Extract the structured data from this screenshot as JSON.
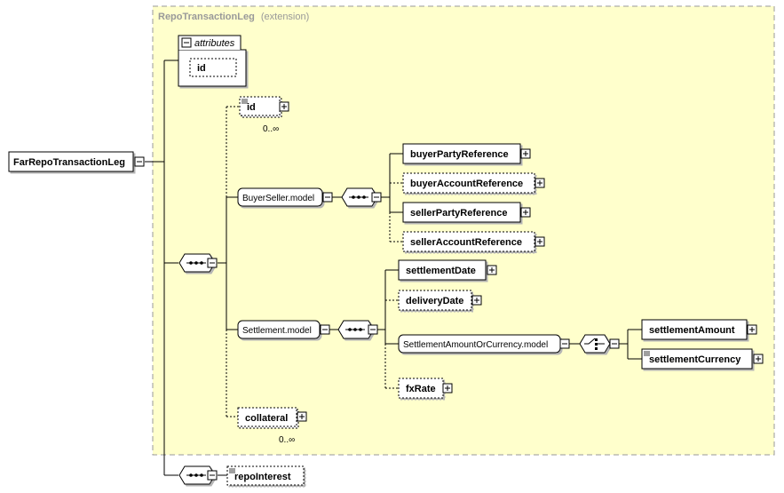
{
  "extension": {
    "name": "RepoTransactionLeg",
    "qualifier": "(extension)"
  },
  "root": {
    "label": "FarRepoTransactionLeg"
  },
  "attributes": {
    "label": "attributes",
    "items": [
      "id"
    ]
  },
  "elements": {
    "id": {
      "label": "id",
      "occurrence": "0..∞"
    },
    "buyer_seller_model": {
      "label": "BuyerSeller.model"
    },
    "buyer_party_reference": {
      "label": "buyerPartyReference"
    },
    "buyer_account_reference": {
      "label": "buyerAccountReference"
    },
    "seller_party_reference": {
      "label": "sellerPartyReference"
    },
    "seller_account_reference": {
      "label": "sellerAccountReference"
    },
    "settlement_model": {
      "label": "Settlement.model"
    },
    "settlement_date": {
      "label": "settlementDate"
    },
    "delivery_date": {
      "label": "deliveryDate"
    },
    "settlement_amount_or_currency_model": {
      "label": "SettlementAmountOrCurrency.model"
    },
    "settlement_amount": {
      "label": "settlementAmount"
    },
    "settlement_currency": {
      "label": "settlementCurrency"
    },
    "fx_rate": {
      "label": "fxRate"
    },
    "collateral": {
      "label": "collateral",
      "occurrence": "0..∞"
    },
    "repo_interest": {
      "label": "repoInterest"
    }
  },
  "colors": {
    "extension_bg": "#ffffcc",
    "extension_border": "#999999",
    "box_bg": "#ffffff"
  }
}
